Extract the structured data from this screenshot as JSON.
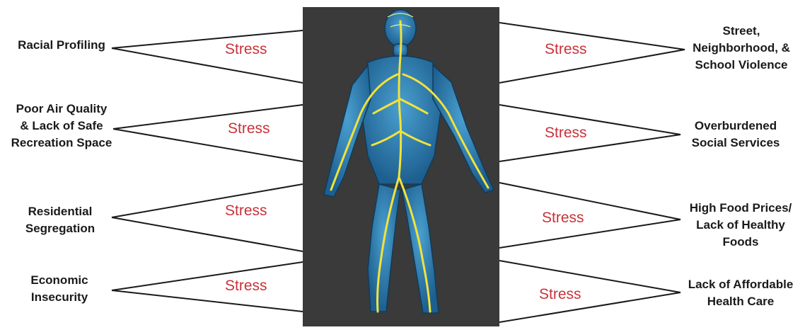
{
  "left_factors": [
    {
      "label": "Racial Profiling",
      "stress": "Stress"
    },
    {
      "label": "Poor Air Quality\n& Lack of Safe\nRecreation Space",
      "stress": "Stress"
    },
    {
      "label": "Residential\nSegregation",
      "stress": "Stress"
    },
    {
      "label": "Economic\nInsecurity",
      "stress": "Stress"
    }
  ],
  "right_factors": [
    {
      "label": "Street,\nNeighborhood, &\nSchool Violence",
      "stress": "Stress"
    },
    {
      "label": "Overburdened\nSocial Services",
      "stress": "Stress"
    },
    {
      "label": "High Food Prices/\nLack of Healthy\nFoods",
      "stress": "Stress"
    },
    {
      "label": "Lack of Affordable\nHealth Care",
      "stress": "Stress"
    }
  ],
  "colors": {
    "stress_text": "#c8323a",
    "panel_background": "#3a3a3a",
    "nerve_glow": "#f2e23a",
    "body_blue": "#2a7fb8"
  },
  "figure_icon": "human-nervous-system-figure"
}
